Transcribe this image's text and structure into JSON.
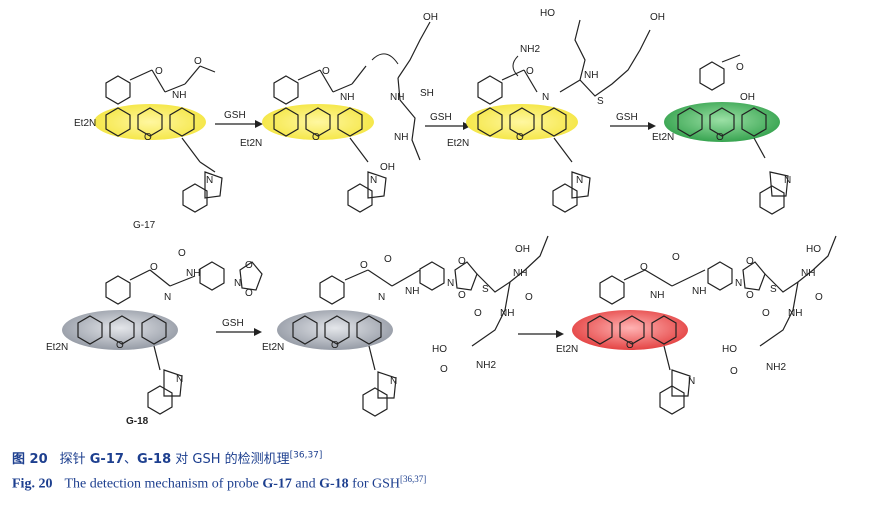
{
  "figure": {
    "compound_labels": [
      "G-17",
      "G-18"
    ],
    "reagents": {
      "gsh": "GSH"
    },
    "atoms": {
      "nh": "NH",
      "n": "N",
      "o": "O",
      "oh": "OH",
      "sh": "SH",
      "s": "S",
      "nh2": "NH2",
      "et2n": "Et2N",
      "ho": "HO",
      "n_me": "N"
    },
    "highlight_colors": {
      "yellow": "#f3e43a",
      "green": "#2e9e48",
      "gray": "#9aa0aa",
      "red": "#e23a3a"
    }
  },
  "caption": {
    "cn_label": "图 20",
    "cn_text_before": "探针 ",
    "cn_probe1": "G-17",
    "cn_sep": "、",
    "cn_probe2": "G-18",
    "cn_text_after": " 对 GSH 的检测机理",
    "cn_ref": "[36,37]",
    "en_label": "Fig. 20",
    "en_text_before": "The detection mechanism of probe ",
    "en_probe1": "G-17",
    "en_and": " and ",
    "en_probe2": "G-18",
    "en_text_after": " for GSH",
    "en_ref": "[36,37]"
  }
}
